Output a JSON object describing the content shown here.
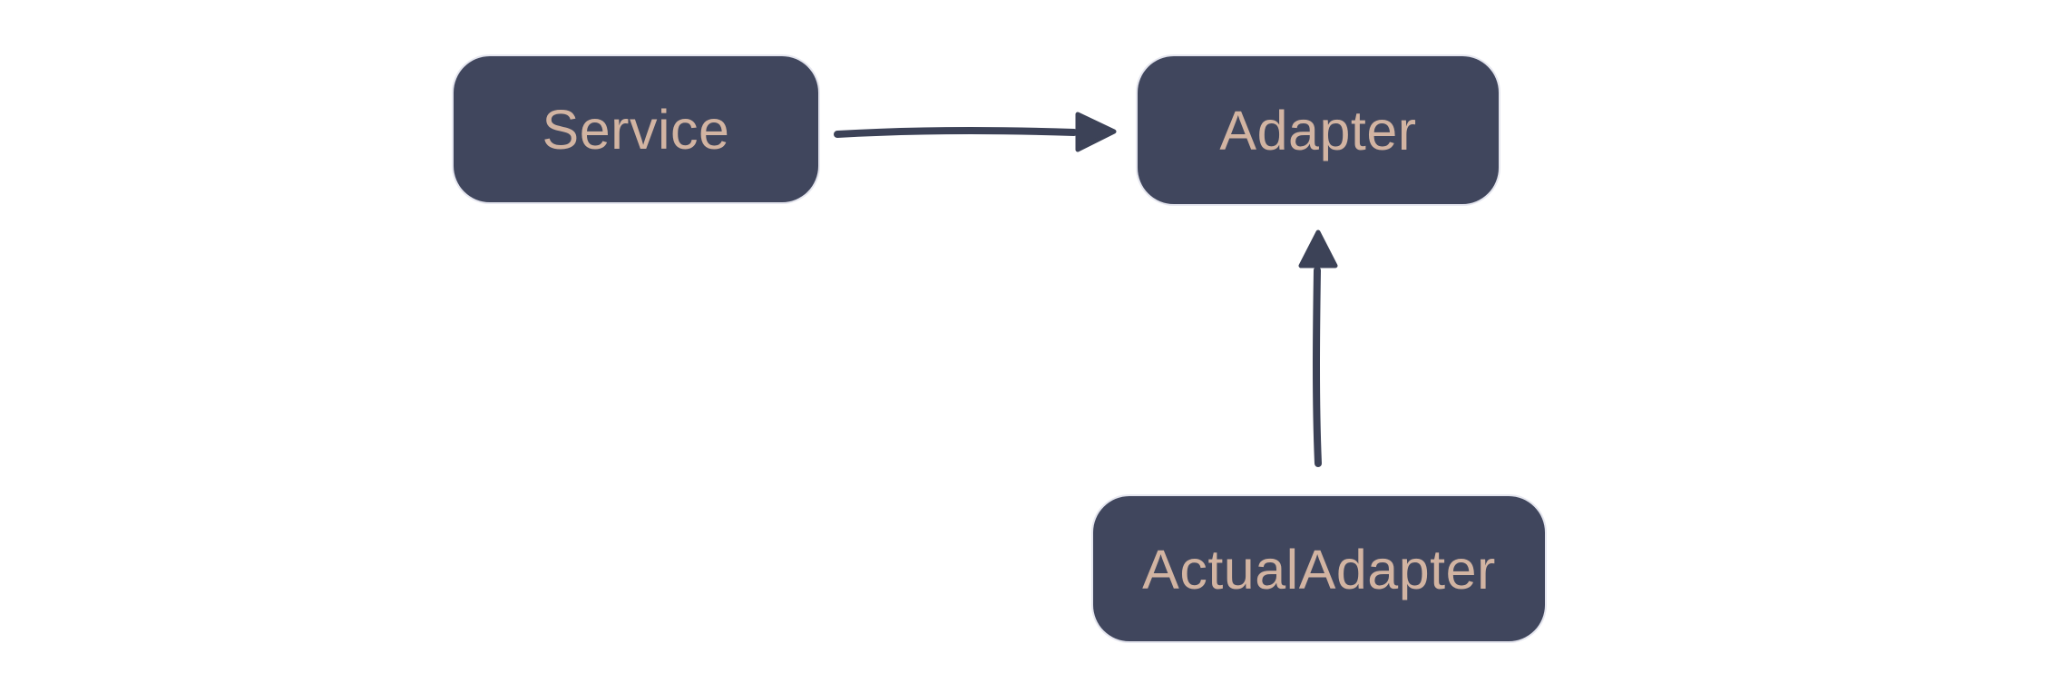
{
  "diagram": {
    "nodes": [
      {
        "id": "service",
        "label": "Service"
      },
      {
        "id": "adapter",
        "label": "Adapter"
      },
      {
        "id": "actual_adapter",
        "label": "ActualAdapter"
      }
    ],
    "edges": [
      {
        "from": "Service",
        "to": "Adapter",
        "direction": "right",
        "style": "solid-arrow"
      },
      {
        "from": "ActualAdapter",
        "to": "Adapter",
        "direction": "up",
        "style": "solid-arrow"
      }
    ]
  },
  "colors": {
    "background": "#ffffff",
    "node-fill": "#40465d",
    "node-label": "#d2b4a2",
    "arrow": "#3c4257"
  }
}
